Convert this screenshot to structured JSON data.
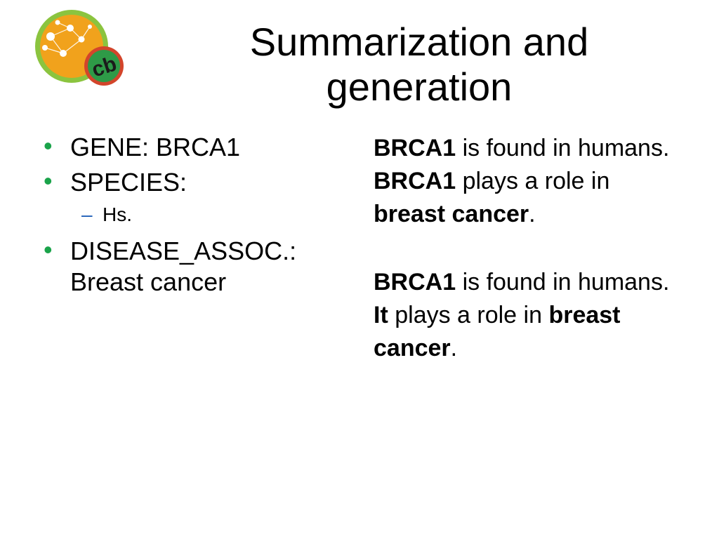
{
  "slide": {
    "title_line1": "Summarization and",
    "title_line2": "generation",
    "logo_text": "cb"
  },
  "bullets": [
    {
      "text": "GENE: BRCA1"
    },
    {
      "text": "SPECIES:",
      "sub": "Hs."
    },
    {
      "line1": "DISEASE_ASSOC.:",
      "line2": "Breast cancer"
    }
  ],
  "generated": {
    "p1": {
      "bold1": "BRCA1",
      "t1": " is found in humans.  ",
      "bold2": "BRCA1",
      "t2": " plays a role in ",
      "bold3": "breast cancer",
      "t3": "."
    },
    "p2": {
      "bold1": "BRCA1",
      "t1": " is found in humans.  ",
      "bold2": "It",
      "t2": " plays a role in ",
      "bold3": "breast cancer",
      "t3": "."
    }
  },
  "colors": {
    "logo_orange": "#f1a21c",
    "logo_green_ring": "#8bc43f",
    "logo_badge": "#2e9a47",
    "logo_badge_ring": "#d3452b",
    "bullet_green": "#1aa34a",
    "dash_blue": "#1f5fb8"
  }
}
